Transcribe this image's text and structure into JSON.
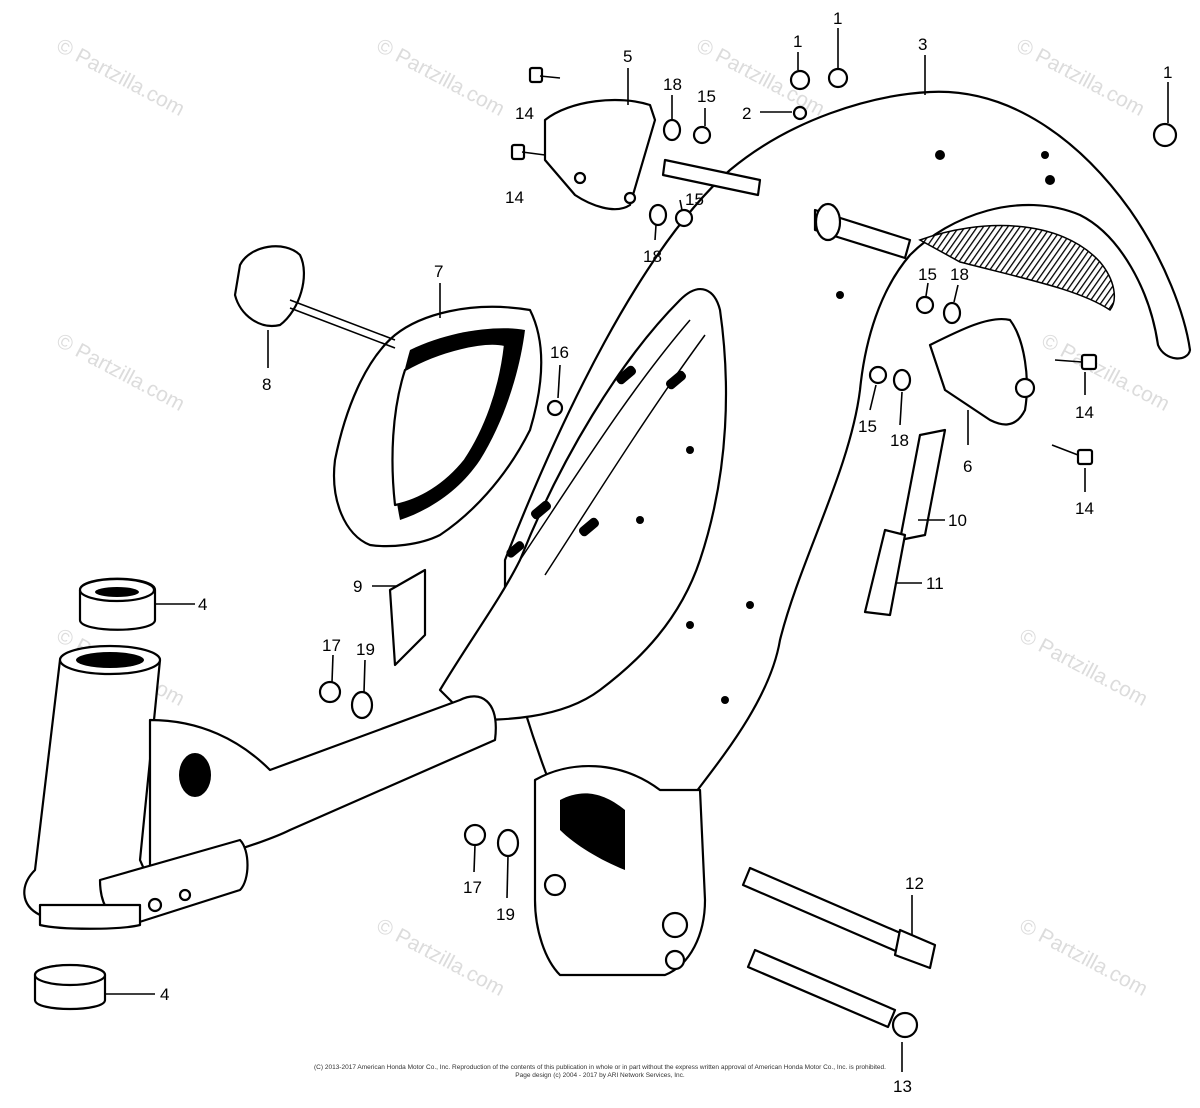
{
  "diagram": {
    "callouts": [
      {
        "id": "c1a",
        "text": "1"
      },
      {
        "id": "c1b",
        "text": "1"
      },
      {
        "id": "c1c",
        "text": "1"
      },
      {
        "id": "c2",
        "text": "2"
      },
      {
        "id": "c3",
        "text": "3"
      },
      {
        "id": "c4a",
        "text": "4"
      },
      {
        "id": "c4b",
        "text": "4"
      },
      {
        "id": "c5",
        "text": "5"
      },
      {
        "id": "c6",
        "text": "6"
      },
      {
        "id": "c7",
        "text": "7"
      },
      {
        "id": "c8",
        "text": "8"
      },
      {
        "id": "c9",
        "text": "9"
      },
      {
        "id": "c10",
        "text": "10"
      },
      {
        "id": "c11",
        "text": "11"
      },
      {
        "id": "c12",
        "text": "12"
      },
      {
        "id": "c13",
        "text": "13"
      },
      {
        "id": "c14a",
        "text": "14"
      },
      {
        "id": "c14b",
        "text": "14"
      },
      {
        "id": "c14c",
        "text": "14"
      },
      {
        "id": "c14d",
        "text": "14"
      },
      {
        "id": "c15a",
        "text": "15"
      },
      {
        "id": "c15b",
        "text": "15"
      },
      {
        "id": "c15c",
        "text": "15"
      },
      {
        "id": "c15d",
        "text": "15"
      },
      {
        "id": "c16",
        "text": "16"
      },
      {
        "id": "c17a",
        "text": "17"
      },
      {
        "id": "c17b",
        "text": "17"
      },
      {
        "id": "c18a",
        "text": "18"
      },
      {
        "id": "c18b",
        "text": "18"
      },
      {
        "id": "c18c",
        "text": "18"
      },
      {
        "id": "c18d",
        "text": "18"
      },
      {
        "id": "c19a",
        "text": "19"
      },
      {
        "id": "c19b",
        "text": "19"
      }
    ],
    "watermark": "© Partzilla.com",
    "copyright_line1": "(C) 2013-2017 American Honda Motor Co., Inc. Reproduction of the contents of this publication in whole or in part without the express written approval of American Honda Motor Co., Inc. is prohibited.",
    "copyright_line2": "Page design (c) 2004 - 2017 by ARI Network Services, Inc."
  }
}
